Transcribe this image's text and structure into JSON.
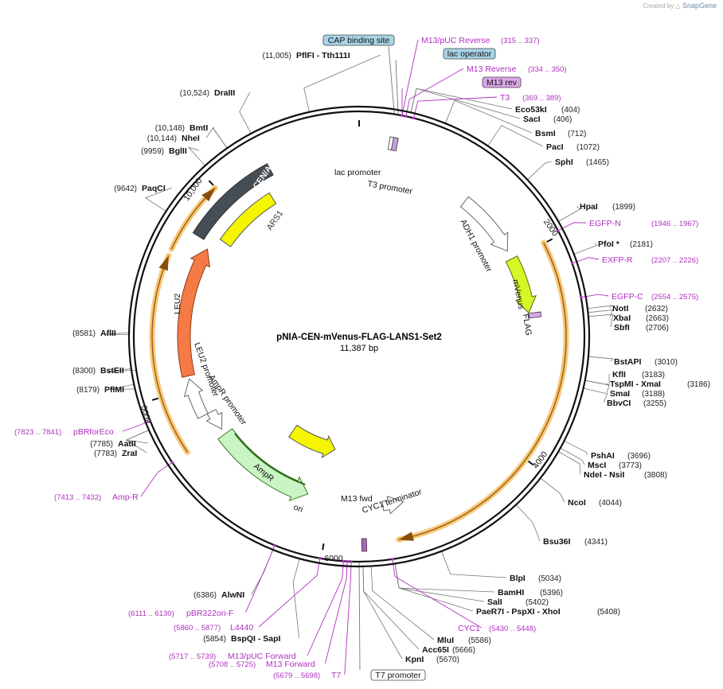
{
  "credit": {
    "created_by": "Created by",
    "brand": "SnapGene"
  },
  "plasmid": {
    "name": "pNIA-CEN-mVenus-FLAG-LANS1-Set2",
    "length": "11,387 bp"
  },
  "ticks": [
    "2000",
    "4000",
    "6000",
    "8000",
    "10,000"
  ],
  "boxed_labels": [
    {
      "text": "CAP binding site",
      "fill": "#a9d4e6"
    },
    {
      "text": "lac operator",
      "fill": "#a9d4e6"
    },
    {
      "text": "M13 rev",
      "fill": "#d9a6e8"
    },
    {
      "text": "T7 promoter",
      "fill": "#ffffff"
    }
  ],
  "sites": [
    {
      "name": "PflFI - Tth111I",
      "pos": "(11,005)"
    },
    {
      "name": "DraIII",
      "pos": "(10,524)"
    },
    {
      "name": "BmtI",
      "pos": "(10,148)"
    },
    {
      "name": "NheI",
      "pos": "(10,144)"
    },
    {
      "name": "BglII",
      "pos": "(9959)"
    },
    {
      "name": "PaqCI",
      "pos": "(9642)"
    },
    {
      "name": "AflII",
      "pos": "(8581)"
    },
    {
      "name": "BstEII",
      "pos": "(8300)"
    },
    {
      "name": "PflMI",
      "pos": "(8179)"
    },
    {
      "name": "AatII",
      "pos": "(7785)"
    },
    {
      "name": "ZraI",
      "pos": "(7783)"
    },
    {
      "name": "AlwNI",
      "pos": "(6386)"
    },
    {
      "name": "BspQI - SapI",
      "pos": "(5854)"
    },
    {
      "name": "Eco53kI",
      "pos": "(404)"
    },
    {
      "name": "SacI",
      "pos": "(406)"
    },
    {
      "name": "BsmI",
      "pos": "(712)"
    },
    {
      "name": "PacI",
      "pos": "(1072)"
    },
    {
      "name": "SphI",
      "pos": "(1465)"
    },
    {
      "name": "HpaI",
      "pos": "(1899)"
    },
    {
      "name": "PfoI *",
      "pos": "(2181)"
    },
    {
      "name": "NotI",
      "pos": "(2632)"
    },
    {
      "name": "XbaI",
      "pos": "(2663)"
    },
    {
      "name": "SbfI",
      "pos": "(2706)"
    },
    {
      "name": "BstAPI",
      "pos": "(3010)"
    },
    {
      "name": "KflI",
      "pos": "(3183)"
    },
    {
      "name": "TspMI - XmaI",
      "pos": "(3186)"
    },
    {
      "name": "SmaI",
      "pos": "(3188)"
    },
    {
      "name": "BbvCI",
      "pos": "(3255)"
    },
    {
      "name": "PshAI",
      "pos": "(3696)"
    },
    {
      "name": "MscI",
      "pos": "(3773)"
    },
    {
      "name": "NdeI - NsiI",
      "pos": "(3808)"
    },
    {
      "name": "NcoI",
      "pos": "(4044)"
    },
    {
      "name": "Bsu36I",
      "pos": "(4341)"
    },
    {
      "name": "BlpI",
      "pos": "(5034)"
    },
    {
      "name": "BamHI",
      "pos": "(5396)"
    },
    {
      "name": "SalI",
      "pos": "(5402)"
    },
    {
      "name": "PaeR7I - PspXI - XhoI",
      "pos": "(5408)"
    },
    {
      "name": "MluI",
      "pos": "(5586)"
    },
    {
      "name": "Acc65I",
      "pos": "(5666)"
    },
    {
      "name": "KpnI",
      "pos": "(5670)"
    }
  ],
  "primers": [
    {
      "name": "M13/pUC Reverse",
      "pos": "(315 .. 337)"
    },
    {
      "name": "M13 Reverse",
      "pos": "(334 .. 350)"
    },
    {
      "name": "T3",
      "pos": "(369 .. 389)"
    },
    {
      "name": "EGFP-N",
      "pos": "(1946 .. 1967)"
    },
    {
      "name": "EXFP-R",
      "pos": "(2207 .. 2226)"
    },
    {
      "name": "EGFP-C",
      "pos": "(2554 .. 2575)"
    },
    {
      "name": "CYC1",
      "pos": "(5430 .. 5448)"
    },
    {
      "name": "T7",
      "pos": "(5679 .. 5698)"
    },
    {
      "name": "M13 Forward",
      "pos": "(5708 .. 5725)"
    },
    {
      "name": "M13/pUC Forward",
      "pos": "(5717 .. 5739)"
    },
    {
      "name": "L4440",
      "pos": "(5860 .. 5877)"
    },
    {
      "name": "pBR322ori-F",
      "pos": "(6111 .. 6130)"
    },
    {
      "name": "Amp-R",
      "pos": "(7413 .. 7432)"
    },
    {
      "name": "pBRforEco",
      "pos": "(7823 .. 7841)"
    }
  ],
  "features": [
    {
      "name": "CEN/ARS",
      "color": "#454d55"
    },
    {
      "name": "ARS1",
      "color": "#f5f500"
    },
    {
      "name": "LEU2",
      "color": "#f57a45"
    },
    {
      "name": "LEU2 promoter",
      "color": "#ffffff"
    },
    {
      "name": "AmpR promoter",
      "color": "#ffffff"
    },
    {
      "name": "AmpR",
      "color": "#c9f5c4"
    },
    {
      "name": "ori",
      "color": "#f5f500"
    },
    {
      "name": "lac promoter",
      "color": "#ffffff"
    },
    {
      "name": "T3 promoter",
      "color": "#ffffff"
    },
    {
      "name": "ADH1 promoter",
      "color": "#ffffff"
    },
    {
      "name": "mVenus",
      "color": "#d7f527"
    },
    {
      "name": "FLAG",
      "color": "#d9a6e8"
    },
    {
      "name": "M13 fwd",
      "color": "#d9a6e8"
    },
    {
      "name": "CYC1 terminator",
      "color": "#ffffff"
    }
  ]
}
